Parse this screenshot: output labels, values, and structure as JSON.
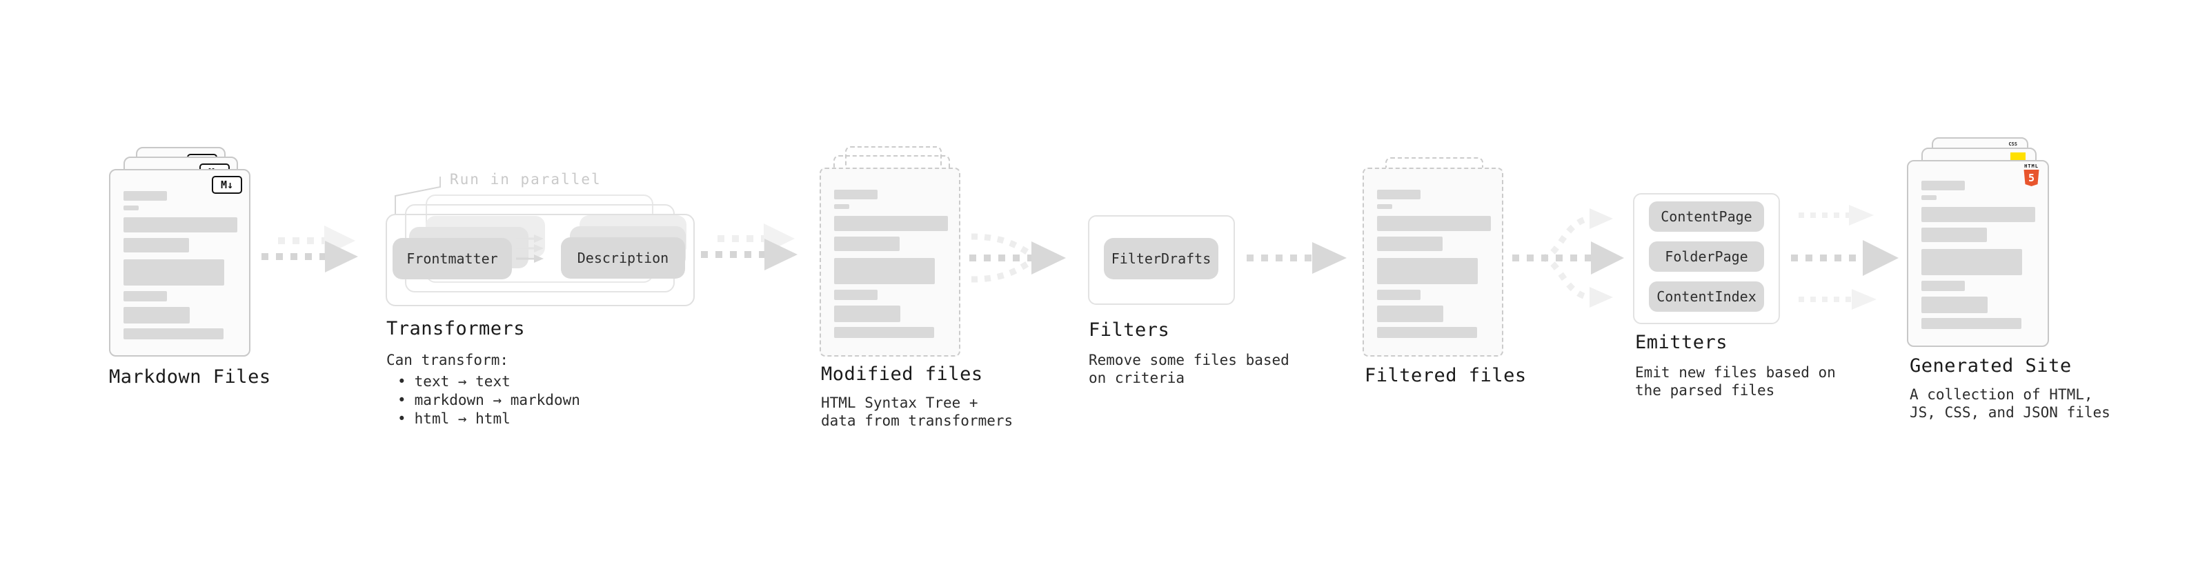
{
  "stages": {
    "markdown": {
      "label": "Markdown Files",
      "badge": "M↓"
    },
    "transformers": {
      "label": "Transformers",
      "callout": "Run in parallel",
      "nodes": [
        "Frontmatter",
        "Description"
      ],
      "desc_title": "Can transform:",
      "bullet_char": "•",
      "bullets": [
        "text → text",
        "markdown → markdown",
        "html → html"
      ]
    },
    "modified": {
      "label": "Modified files",
      "desc": [
        "HTML Syntax Tree +",
        "data from transformers"
      ]
    },
    "filters": {
      "label": "Filters",
      "nodes": [
        "FilterDrafts"
      ],
      "desc": [
        "Remove some files based",
        "on criteria"
      ]
    },
    "filtered": {
      "label": "Filtered files"
    },
    "emitters": {
      "label": "Emitters",
      "nodes": [
        "ContentPage",
        "FolderPage",
        "ContentIndex"
      ],
      "desc": [
        "Emit new files based on",
        "the parsed files"
      ]
    },
    "generated": {
      "label": "Generated Site",
      "desc": [
        "A collection of HTML,",
        "JS, CSS, and JSON files"
      ],
      "badges": {
        "css": "CSS",
        "html": "HTML",
        "html_number": "5"
      }
    }
  },
  "colors": {
    "placeholder_bar": "#d9d9d9",
    "node_fill": "#d9d9d9",
    "doc_border": "#c8c8c8",
    "dashed_border": "#cbcbcb",
    "heading_text": "#1a1a1a",
    "body_text": "#2b2b2b",
    "muted_text": "#c9c9c9",
    "arrow_main": "#d5d5d5",
    "arrow_ghost": "#efefef",
    "html5_orange": "#e8552d",
    "js_yellow": "#ffe000",
    "css_blue": "#2f6bff"
  }
}
